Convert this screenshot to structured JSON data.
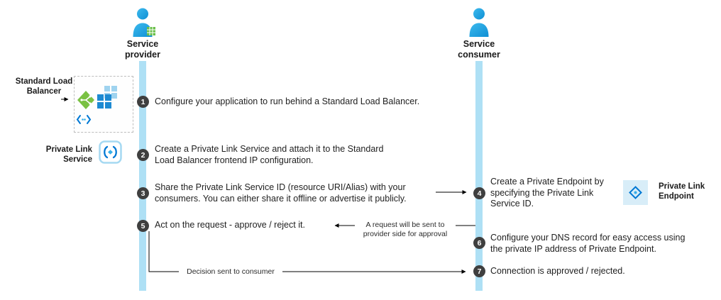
{
  "lanes": {
    "provider": {
      "label": "Service provider"
    },
    "consumer": {
      "label": "Service consumer"
    }
  },
  "steps": [
    {
      "num": "1",
      "lane": "provider",
      "text": "Configure your application to run behind a Standard Load Balancer."
    },
    {
      "num": "2",
      "lane": "provider",
      "text": "Create a Private Link Service and attach it to the Standard Load Balancer frontend IP configuration."
    },
    {
      "num": "3",
      "lane": "provider",
      "text": "Share the Private Link Service ID (resource URI/Alias) with your consumers. You can either share it offline or advertise it publicly."
    },
    {
      "num": "4",
      "lane": "consumer",
      "text": "Create a Private Endpoint by specifying the Private Link Service ID."
    },
    {
      "num": "5",
      "lane": "provider",
      "text": "Act on the request - approve / reject it."
    },
    {
      "num": "6",
      "lane": "consumer",
      "text": "Configure your DNS record for easy access using the private IP address of Private Endpoint."
    },
    {
      "num": "7",
      "lane": "consumer",
      "text": "Connection is approved / rejected."
    }
  ],
  "icons": {
    "standard_load_balancer": {
      "label": "Standard Load Balancer"
    },
    "private_link_service": {
      "label": "Private Link Service"
    },
    "private_link_endpoint": {
      "label": "Private Link Endpoint"
    }
  },
  "annotations": {
    "request_note": "A request will be sent to provider side for approval",
    "decision_note": "Decision sent to consumer"
  },
  "colors": {
    "timeline": "#aee0f5",
    "person_blue": "#1e9cd7",
    "step_circle": "#3f3f3f",
    "accent_blue": "#0078d4",
    "light_blue": "#35aee9",
    "green": "#6abf4a"
  }
}
